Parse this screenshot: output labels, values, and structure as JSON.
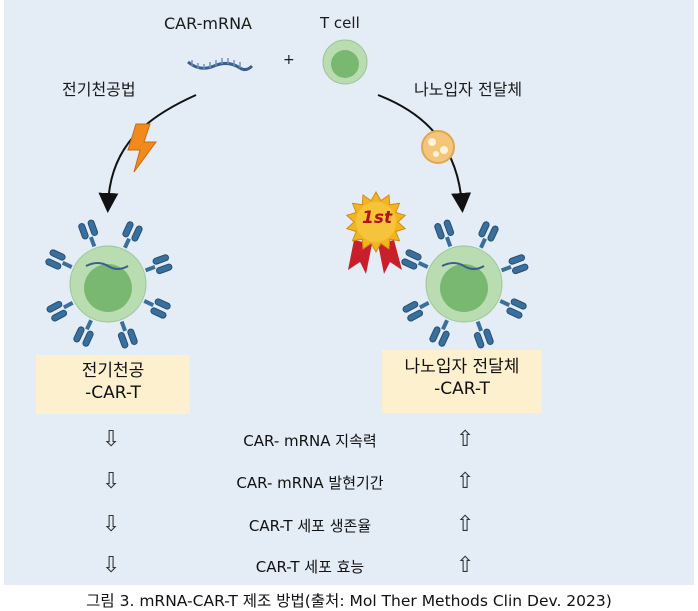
{
  "top": {
    "mrna_label": "CAR-mRNA",
    "plus": "+",
    "tcell_label": "T cell"
  },
  "methods": {
    "left_label": "전기천공법",
    "right_label": "나노입자 전달체",
    "badge": "1st"
  },
  "boxes": {
    "left_line1": "전기천공",
    "left_line2": "-CAR-T",
    "right_line1": "나노입자 전달체",
    "right_line2": "-CAR-T"
  },
  "comparison": [
    {
      "label": "CAR- mRNA 지속력",
      "left": "⇩",
      "right": "⇧"
    },
    {
      "label": "CAR- mRNA 발현기간",
      "left": "⇩",
      "right": "⇧"
    },
    {
      "label": "CAR-T 세포 생존율",
      "left": "⇩",
      "right": "⇧"
    },
    {
      "label": "CAR-T 세포 효능",
      "left": "⇩",
      "right": "⇧"
    }
  ],
  "caption": "그림 3. mRNA-CAR-T 제조 방법(출처: Mol Ther Methods Clin Dev. 2023)",
  "colors": {
    "panel": "#e4ecf5",
    "box": "#fdf0cf",
    "cell_outer": "#b9dcb0",
    "cell_inner": "#79b870",
    "receptor": "#3a6f9c",
    "mrna": "#3a5f8f",
    "bolt": "#f08a1c",
    "badge": "#f2b423",
    "badge_ribbon": "#c8202a"
  }
}
